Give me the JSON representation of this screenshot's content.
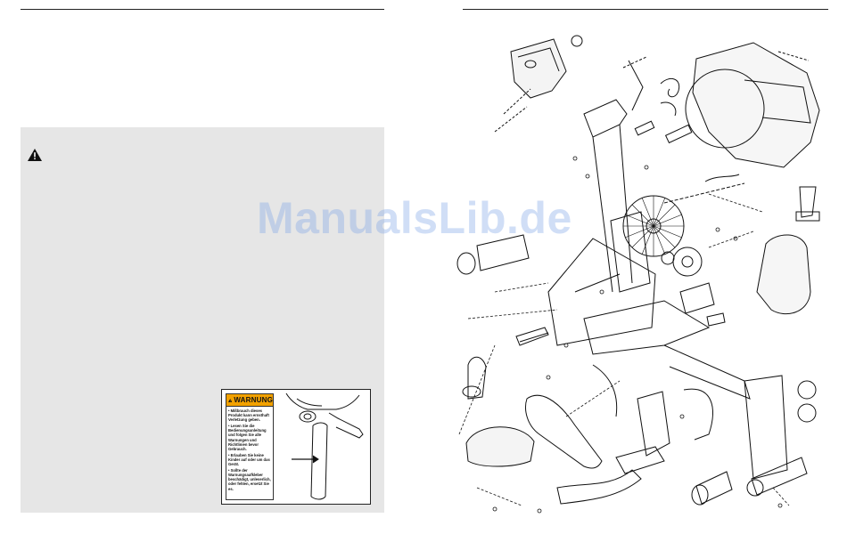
{
  "watermark": "ManualsLib.de",
  "warning_label": {
    "heading": "WARNUNG",
    "items": [
      "• Mißbrauch dieses Produkt kann ernsthaft Verletzung geben.",
      "• Lesen Sie die Bedienungsanleitung und folgen Sie alle Warnungen und Richtlinien bevor Gebrauch.",
      "• Erlauben Sie keine Kinder auf oder um das Gerät.",
      "• Sollte der Warnungsaufkleber beschädigt, unleserlich, oder fehlen, ersetzt Sie es."
    ]
  },
  "colors": {
    "panel": "#e6e6e6",
    "label_header": "#f2a100",
    "watermark": "#78a0e6"
  },
  "icons": [
    "warning-triangle-icon"
  ]
}
